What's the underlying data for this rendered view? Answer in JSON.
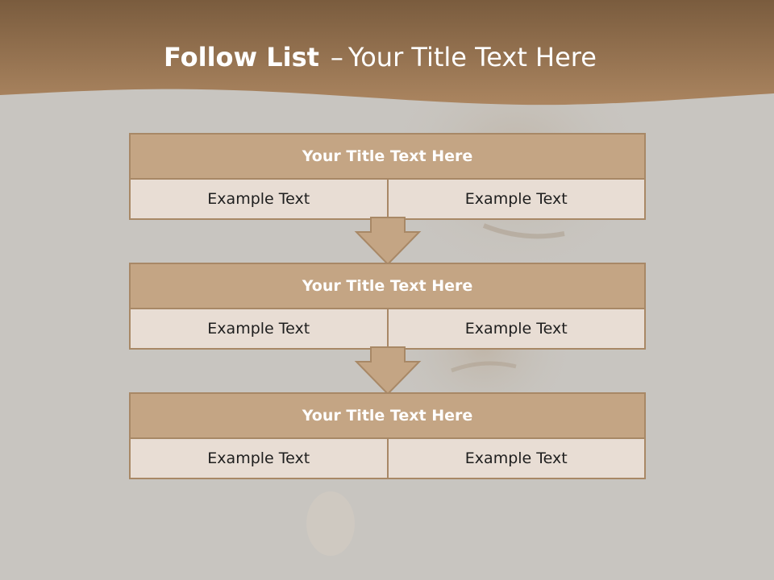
{
  "title": {
    "bold": "Follow List",
    "separator": "–",
    "rest": "Your Title Text Here"
  },
  "steps": [
    {
      "title": "Your Title Text Here",
      "left": "Example Text",
      "right": "Example Text"
    },
    {
      "title": "Your Title Text Here",
      "left": "Example Text",
      "right": "Example Text"
    },
    {
      "title": "Your Title Text Here",
      "left": "Example Text",
      "right": "Example Text"
    }
  ],
  "colors": {
    "header_band": "#a57f57",
    "block_title_fill": "#c4a584",
    "block_row_fill": "#e8ddd4",
    "block_border": "#a88866",
    "background": "#c8c5c0"
  }
}
